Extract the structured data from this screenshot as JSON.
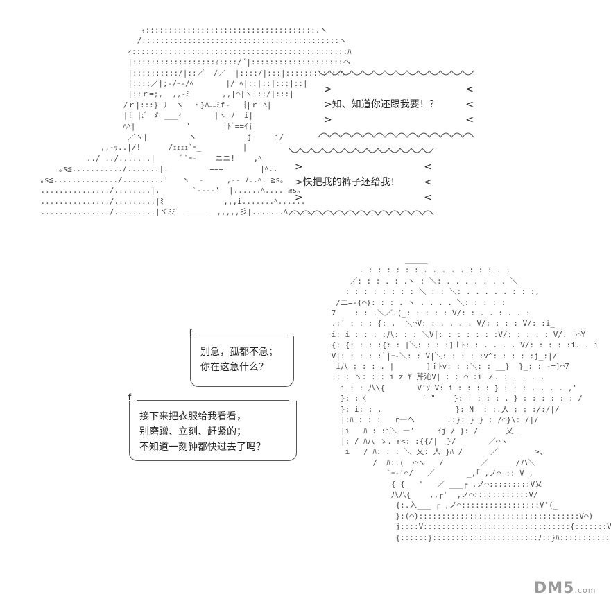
{
  "speech": {
    "bubble1": {
      "line1": "知、知道你还跟我要！？"
    },
    "bubble2": {
      "line1": "快把我的裤子还给我！"
    },
    "box1": {
      "line1": "别急，孤都不急；",
      "line2": "你在这急什么？"
    },
    "box2": {
      "line1": "接下来把衣服给我看看，",
      "line2": "别磨蹭、立刻、赶紧的；",
      "line3": "不知道一刻钟都快过去了吗？"
    }
  },
  "watermark": {
    "brand": "DM5",
    "domain": ".com"
  },
  "art": {
    "top": "                          ｨ:::::::::::::::::::::::::::::::::::::.ヽ\n                         /:::::::::::::::::::::::::::::::::::::::::::ヽ\n                       ｨ:::::::::::::::::::::::::::::::::::::::::::::::ﾊ\n                       |::::::::::::::::::ｨ::::/´|::::::::::::::::::::ヘ\n                       |::::::::::/|::／  /／  |::::/|:::|:::::::::|::ﾍ\n                       |::::／|;-/ｰ-/ﾍ       |/ ﾍ|::|::|:::|::|\n                       |::ｒ=;,  ,,-ﾐ       ,,|⌒|ヽ|::/|:::|\n                      /ｒ|:::} ﾘ  ヽ  ・}ﾊﾆﾆﾐf~  ｛|ｒ ﾍ|\n                      |! |:ﾞ ゞ ___ｨ       |ヽ ﾉ  i|\n                      ﾍﾍ|           '       |ﾄﾞ==ｲj\n                       ／ヽ|         ヽ           j     i/\n                 ,,-ｯ..|/!      /ｪｪｪｪ`ｰ_         |\n              ../ ../.....|.|      ﾞ`ｰ-    ニニ!    ,ﾍ\n        ｡s≦.........../.......|.         ===        |ﾍ..\n    ｡s≦............../.........!   ヽ  -     ,-- ﾉ..ﾍ. ≧s｡\n    .............../........|.       `----'  |......ﾍ.... ≧s｡\n    .............../.........|ﾐ             ,,,i.......ﾍ......\n    .............../.........|ヾﾐﾐ  _____  ,,,,,彡|.......ﾍ......",
    "bottom": "                      _____\n            . : : : : : : . . . . . : : : . .\n          ／: : : . : .ヽ : ＼: . . . . . . . ＼\n         : : : : : : : : ＼ : : ＼: . . . . . : : :,\n       /二=-{⌒}: : : . ヽ . . . . ＼: : : : :\n      7    : : .＼／.(_: : : : : V/: : . . : . . :\n      .:' : : : {: .  ＼⌒V: : . . . . V/: : : : V/: :i_\n      i: i : : : :八: : : ＼V|: : : : : : :V/: : : : : V/. |⌒Y\n      {: {: : : :{: : |＼: : : :]ｉﾄ: : . . . . V/: : : : :i. . i\n      V|: : : : :`|ｰ-＼: : V|＼: : : : :v^: : : : :j_:|/\n       i八 : : : . |       ]ｉﾄv: : :＼: : __}  }_: : -=]⌒7\n       : : ヽ: : : i z_ﾔ 芹沁V| : : ⌒ :i ノ. : . . . .\n        i : : 八\\{       V'ｿ V: i : : : : } : : : . . . . ,'\n        }: :〈            ´ \"    }: | : : : . } : : : : : : /\n        }: i: : .                }: N  : :.人 : : :/:/|/\n        |:ﾊ : : :   r一ヘ       .:}: } } : /⌒}\\: /|/\n        |i   ﾊ : :i＼ ー'     ｲj / }: /      乂_\n        |: / ﾊ八 ゝ. r<: :{{/|  }/       ／⌒ヽ\n         i   / ﾊ: : : ＼ 乂: 人 }ﾊ /      ／        >、\n               /  ﾊ:.(  ⌒ヽ   /        ／ ____ /ハ＼\n                  `ｰ-'⌒/   ／       _,｢ ,ノ⌒ :: V ,\n                   { {   '   ／ ___┌ ,ノ⌒:::::::::V乂\n                   八八{    ,,┌'  ,ノ⌒::::::::::::V/\n                    {:.入___ ┌ ,ノ⌒:::::::::::::::::V'(_\n                    }:(⌒):::::::::::::::::::::::::::::::::::V⌒)\n                    j::::V::::::::::::::::::::::::::::::::{:::::::V⌒\n                    {::::::}:::::::::::::::::::::::ﾉ::}ﾊ::::::::::::ﾊ"
  }
}
